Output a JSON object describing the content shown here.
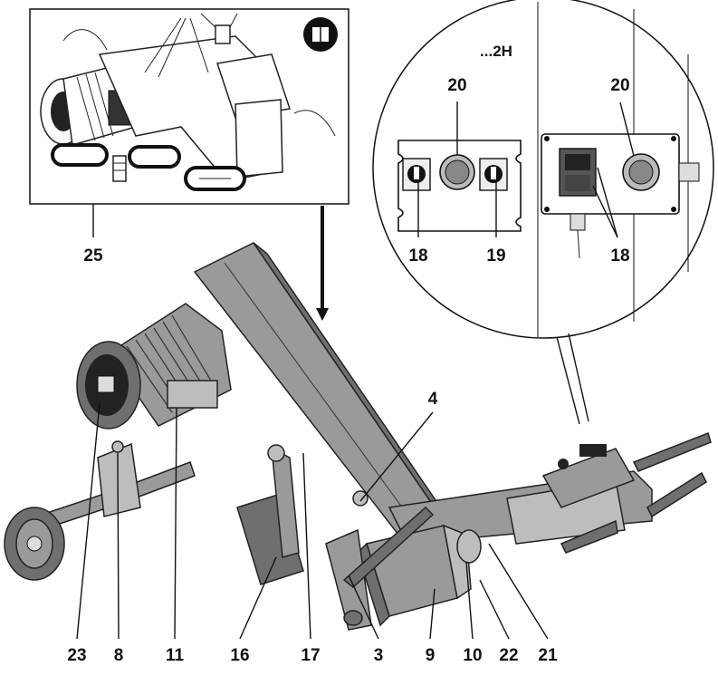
{
  "title": "",
  "inset_top_left": {
    "tool_icon": "manual-book-icon"
  },
  "inset_circle": {
    "variant_label": "...2H",
    "panel_left": {
      "top_label": "20",
      "bottom_labels": [
        "18",
        "19"
      ]
    },
    "panel_right": {
      "top_label": "20",
      "bottom_label": "18"
    }
  },
  "callouts": {
    "c25": "25",
    "c4": "4",
    "bottom": [
      "23",
      "8",
      "11",
      "16",
      "17",
      "3",
      "9",
      "10",
      "22",
      "21"
    ]
  }
}
